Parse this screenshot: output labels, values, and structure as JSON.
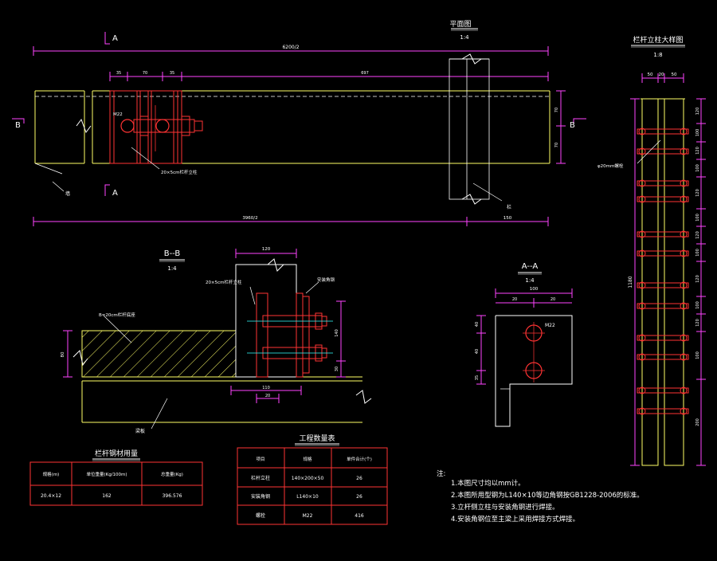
{
  "colors": {
    "background": "#000000",
    "outline": "#ffff66",
    "dimension": "#ff44ff",
    "bolt": "#ff3333",
    "hidden": "#ffffff",
    "rail": "#33ffff",
    "text": "#ffffff",
    "table_border": "#ff3333"
  },
  "plan": {
    "title": "平面图",
    "scale": "1:4",
    "section_a": "A",
    "section_b": "B",
    "dim_total": "6200/2",
    "dim_bottom": "3960/2",
    "dim_right_end": "150",
    "dims_top": [
      "35",
      "70",
      "35",
      "697"
    ],
    "dims_right": [
      "70",
      "70"
    ],
    "label_bolt": "M22",
    "label_tube": "20×5cm栏杆立柱",
    "label_left": "墙",
    "label_right": "栏"
  },
  "detail": {
    "title": "栏杆立柱大样图",
    "scale": "1:8",
    "dims_top": [
      "50",
      "20",
      "50"
    ],
    "dim_height": "1180",
    "label_hole": "φ20mm螺栓",
    "dims_right": [
      "120",
      "100",
      "120",
      "100",
      "120",
      "100",
      "120",
      "100",
      "120",
      "100",
      "120",
      "100",
      "200"
    ]
  },
  "section_bb": {
    "title": "B--B",
    "scale": "1:4",
    "dim_top": "120",
    "dim_left": "80",
    "dims_right": [
      "140",
      "30"
    ],
    "dims_bottom": [
      "110",
      "20"
    ],
    "label_fill": "B=20cm栏杆底座",
    "label_tube": "20×5cm栏杆立柱",
    "label_steel": "安装角钢",
    "label_base": "梁板"
  },
  "section_aa": {
    "title": "A--A",
    "scale": "1:4",
    "dim_top": "100",
    "dims_sub": [
      "20",
      "20"
    ],
    "dims_left": [
      "40",
      "40",
      "35"
    ],
    "label_bolt": "M22"
  },
  "table_steel": {
    "title": "栏杆钢材用量",
    "headers": [
      "规格(m)",
      "单位重量(Kg/100m)",
      "总重量(Kg)"
    ],
    "row": [
      "20.4×12",
      "162",
      "396.576"
    ]
  },
  "table_quantity": {
    "title": "工程数量表",
    "headers": [
      "项目",
      "规格",
      "单件合计(个)"
    ],
    "rows": [
      [
        "栏杆立柱",
        "140×200×50",
        "26"
      ],
      [
        "安装角钢",
        "L140×10",
        "26"
      ],
      [
        "螺栓",
        "M22",
        "416"
      ]
    ]
  },
  "notes": {
    "header": "注:",
    "items": [
      "1.本图尺寸均以mm计。",
      "2.本图所用型钢为L140×10等边角钢按GB1228-2006的标准。",
      "3.立杆侧立柱与安装角钢进行焊接。",
      "4.安装角钢位至主梁上采用焊接方式焊接。"
    ]
  }
}
